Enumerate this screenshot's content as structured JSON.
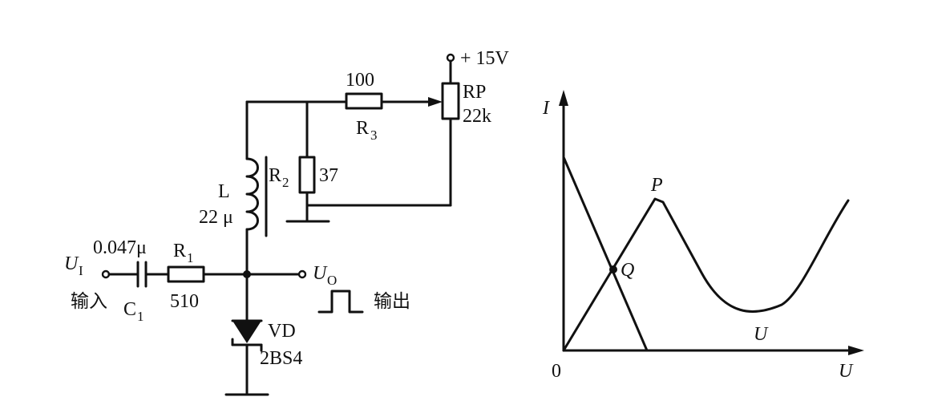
{
  "circuit": {
    "supply": "+ 15V",
    "r3_value": "100",
    "r3_label": "R",
    "r3_sub": "3",
    "rp_label": "RP",
    "rp_value": "22k",
    "r2_label": "R",
    "r2_sub": "2",
    "r2_value": "37",
    "l_label": "L",
    "l_value": "22 μ",
    "input_label": "U",
    "input_sub": "I",
    "input_caption": "输入",
    "c1_value": "0.047μ",
    "c1_label": "C",
    "c1_sub": "1",
    "r1_label": "R",
    "r1_sub": "1",
    "r1_value": "510",
    "output_label": "U",
    "output_sub": "O",
    "output_caption": "输出",
    "vd_label": "VD",
    "vd_part": "2BS4"
  },
  "graph": {
    "y_axis_label": "I",
    "x_axis_label": "U",
    "origin_label": "0",
    "peak_label": "P",
    "intersection_label": "Q",
    "load_line_label": "U"
  }
}
